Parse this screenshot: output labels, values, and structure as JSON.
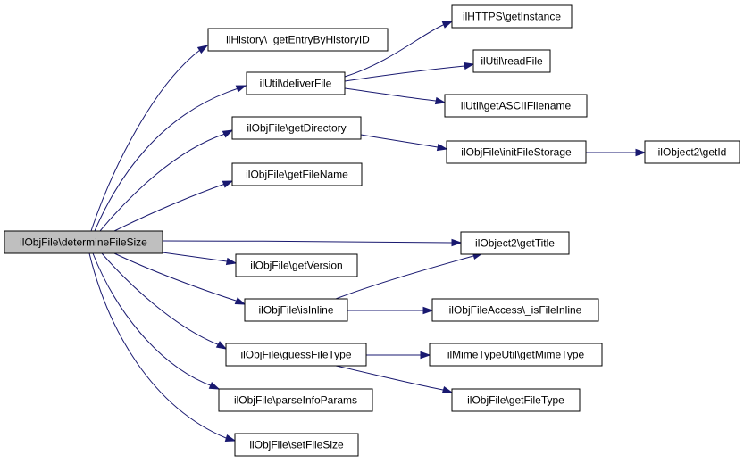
{
  "graph": {
    "root": "determineFileSize",
    "nodes": [
      {
        "id": "determineFileSize",
        "label": "ilObjFile\\determineFileSize",
        "root": true
      },
      {
        "id": "getEntryByHistoryID",
        "label": "ilHistory\\_getEntryByHistoryID"
      },
      {
        "id": "deliverFile",
        "label": "ilUtil\\deliverFile"
      },
      {
        "id": "getInstance",
        "label": "ilHTTPS\\getInstance"
      },
      {
        "id": "readFile",
        "label": "ilUtil\\readFile"
      },
      {
        "id": "getASCIIFilename",
        "label": "ilUtil\\getASCIIFilename"
      },
      {
        "id": "getDirectory",
        "label": "ilObjFile\\getDirectory"
      },
      {
        "id": "initFileStorage",
        "label": "ilObjFile\\initFileStorage"
      },
      {
        "id": "getId",
        "label": "ilObject2\\getId"
      },
      {
        "id": "getFileName",
        "label": "ilObjFile\\getFileName"
      },
      {
        "id": "getTitle",
        "label": "ilObject2\\getTitle"
      },
      {
        "id": "getVersion",
        "label": "ilObjFile\\getVersion"
      },
      {
        "id": "isInline",
        "label": "ilObjFile\\isInline"
      },
      {
        "id": "isFileInline",
        "label": "ilObjFileAccess\\_isFileInline"
      },
      {
        "id": "guessFileType",
        "label": "ilObjFile\\guessFileType"
      },
      {
        "id": "getMimeType",
        "label": "ilMimeTypeUtil\\getMimeType"
      },
      {
        "id": "getFileType",
        "label": "ilObjFile\\getFileType"
      },
      {
        "id": "parseInfoParams",
        "label": "ilObjFile\\parseInfoParams"
      },
      {
        "id": "setFileSize",
        "label": "ilObjFile\\setFileSize"
      }
    ],
    "edges": [
      {
        "from": "determineFileSize",
        "to": "getEntryByHistoryID"
      },
      {
        "from": "determineFileSize",
        "to": "deliverFile"
      },
      {
        "from": "determineFileSize",
        "to": "getDirectory"
      },
      {
        "from": "determineFileSize",
        "to": "getFileName"
      },
      {
        "from": "determineFileSize",
        "to": "getTitle"
      },
      {
        "from": "determineFileSize",
        "to": "getVersion"
      },
      {
        "from": "determineFileSize",
        "to": "isInline"
      },
      {
        "from": "determineFileSize",
        "to": "guessFileType"
      },
      {
        "from": "determineFileSize",
        "to": "parseInfoParams"
      },
      {
        "from": "determineFileSize",
        "to": "setFileSize"
      },
      {
        "from": "deliverFile",
        "to": "getInstance"
      },
      {
        "from": "deliverFile",
        "to": "readFile"
      },
      {
        "from": "deliverFile",
        "to": "getASCIIFilename"
      },
      {
        "from": "getDirectory",
        "to": "initFileStorage"
      },
      {
        "from": "initFileStorage",
        "to": "getId"
      },
      {
        "from": "isInline",
        "to": "getTitle"
      },
      {
        "from": "isInline",
        "to": "isFileInline"
      },
      {
        "from": "guessFileType",
        "to": "getMimeType"
      },
      {
        "from": "guessFileType",
        "to": "getFileType"
      }
    ],
    "colors": {
      "edge": "#191970",
      "root_fill": "#bfbfbf",
      "node_fill": "#ffffff",
      "border": "#000000"
    }
  }
}
